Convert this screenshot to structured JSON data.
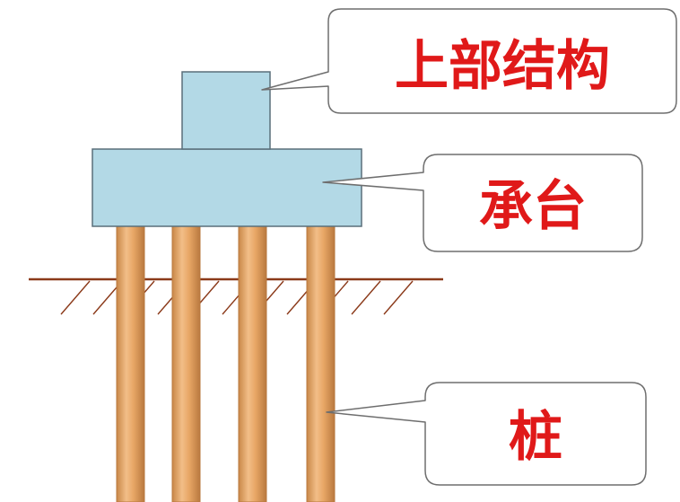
{
  "labels": {
    "superstructure": "上部结构",
    "pile_cap": "承台",
    "pile": "桩"
  },
  "colors": {
    "label_text": "#e01919",
    "block_fill": "#b3d9e6",
    "block_stroke": "#5a6f7a",
    "pile_fill": "#e8a766",
    "pile_highlight": "#f5c99a",
    "pile_shade": "#b9793f",
    "ground_line": "#8b3a1a",
    "callout_stroke": "#6e6e6e"
  }
}
